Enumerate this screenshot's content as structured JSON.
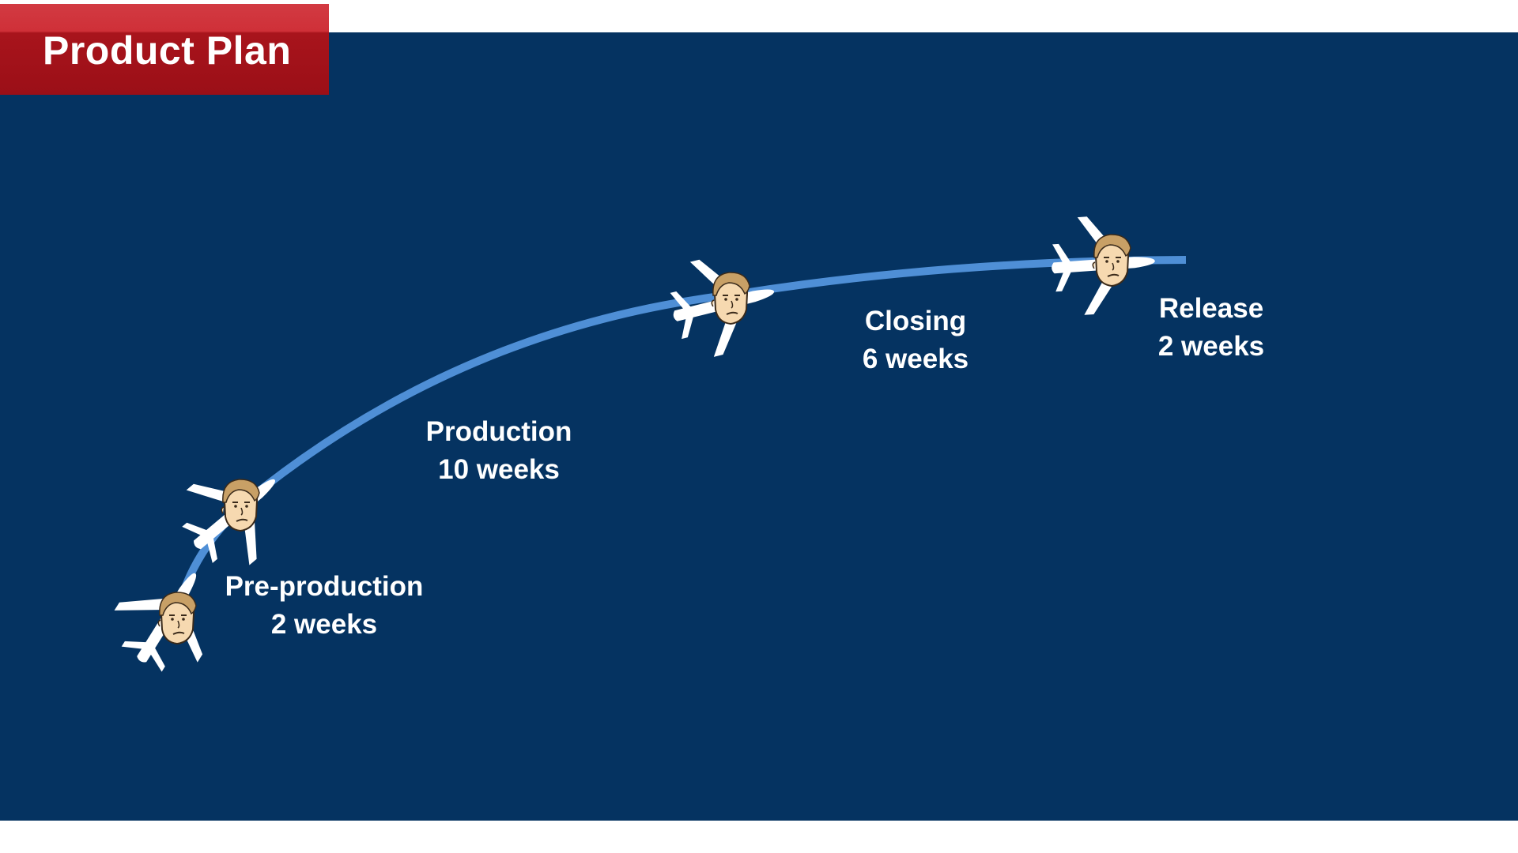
{
  "title": "Product Plan",
  "colors": {
    "background": "#053361",
    "route": "#4f8fd6",
    "title_red": "#9b0f17",
    "text": "#ffffff",
    "skin": "#f6d9b0",
    "hair": "#c8a066"
  },
  "stages": [
    {
      "name": "Pre-production",
      "duration": "2 weeks"
    },
    {
      "name": "Production",
      "duration": "10 weeks"
    },
    {
      "name": "Closing",
      "duration": "6 weeks"
    },
    {
      "name": "Release",
      "duration": "2 weeks"
    }
  ],
  "milestone_icon": "airplane-pilot-icon"
}
